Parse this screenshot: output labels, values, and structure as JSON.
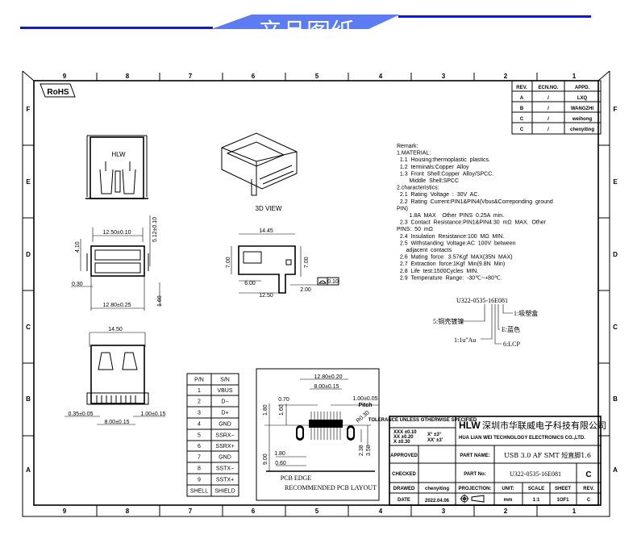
{
  "banner": {
    "title": "产品图纸",
    "accent": "#5b7cf2",
    "line_color": "#0a14ff"
  },
  "frame": {
    "columns": [
      "9",
      "8",
      "7",
      "6",
      "5",
      "4",
      "3",
      "2",
      "1"
    ],
    "rows": [
      "F",
      "E",
      "D",
      "C",
      "B",
      "A"
    ]
  },
  "rohs": "RoHS",
  "revision_table": {
    "headers": [
      "REV.",
      "ECN.NO.",
      "APPD."
    ],
    "rows": [
      [
        "A",
        "/",
        "LXQ"
      ],
      [
        "B",
        "/",
        "WANGZHI"
      ],
      [
        "C",
        "/",
        "weihong"
      ],
      [
        "C",
        "/",
        "chenyiting"
      ]
    ]
  },
  "views": {
    "front_logo": "HLW",
    "view_3d_label": "3D VIEW",
    "front_dims": {
      "width_top": "12.50±0.10",
      "height_right": "5.12±0.10",
      "height_left": "4.10",
      "offset": "0.30",
      "width_bottom": "12.80±0.25",
      "pin_len": "1.60"
    },
    "side_dims": {
      "length": "14.45",
      "height_left": "7.00",
      "height_right": "7.00",
      "d1": "6.00",
      "d2": "12.50",
      "d3": "2.00",
      "flatness": "0.10"
    },
    "bottom_dims": {
      "width": "14.50",
      "pin_w": "0.35±0.05",
      "pitch": "1.00±0.15",
      "span": "8.00±0.15"
    }
  },
  "remarks": [
    "Remark:",
    "1.MATERIAL:",
    "  1.1  Housing:thermoplastic  plastics.",
    "  1.2  terminals:Copper  Alloy",
    "  1.3  Front  Shell:Copper  Alloy/SPCC.",
    "        Middle  Shell:SPCC",
    "2.characteristics:",
    "  2.1  Rating  Voltage  :  30V  AC.",
    "  2.2  Rating  Current:PIN1&PIN4(Vbus&Correponding  ground",
    "PIN)",
    "        1.8A  MAX    Other  PINS  0.25A  min.",
    "  2.3  Contact  Resistance:PIN1&PIN4:30  mΩ  MAX.  Other",
    "PINS:  50  mΩ",
    "  2.4  Insulation  Resistance:100  MΩ  MIN.",
    "  2.5  Withstanding  Voltage:AC  100V  between",
    "      adjacent  contacts",
    "  2.6  Mating  force:  3.57Kgf  MAX(35N  MAX)",
    "  2.7  Extraction  force:1Kgf  Min(9.8N  Min)",
    "  2.8  Life  test:1500Cycles  MIN.",
    "  2.9  Temperature  Range:  -30℃~+80℃."
  ],
  "part_code": {
    "code": "U322-0535-16E081",
    "notes": {
      "packing": "1:吸塑盒",
      "shell": "5:铜壳镀镍",
      "color": "E:蓝色",
      "plating": "1:1u\"Au",
      "material": "6:LCP"
    }
  },
  "pin_table": {
    "headers": [
      "P/N",
      "S/N"
    ],
    "rows": [
      [
        "1",
        "VBUS"
      ],
      [
        "2",
        "D−"
      ],
      [
        "3",
        "D+"
      ],
      [
        "4",
        "GND"
      ],
      [
        "5",
        "SSRX−"
      ],
      [
        "6",
        "SSRX+"
      ],
      [
        "7",
        "GND"
      ],
      [
        "8",
        "SSTX−"
      ],
      [
        "9",
        "SSTX+"
      ],
      [
        "SHELL",
        "SHIELD"
      ]
    ]
  },
  "pcb_layout": {
    "title": "RECOMMENDED PCB LAYOUT",
    "edge": "PCB EDGE",
    "dims": {
      "overall": "12.80±0.20",
      "span": "8.00±0.15",
      "pad_w": "0.70",
      "pitch": "1.00±0.05",
      "pitch_label": "Pitch",
      "h1": "1.80",
      "h2": "1.60",
      "radius": "R0.30",
      "slot_h": "2.38",
      "slot_h2": "3.58",
      "depth": "9.00",
      "slot_w": "1.80",
      "slot_in": "0.60"
    }
  },
  "title_block": {
    "tolerance_title": "TOLERANCE UNLESS OTHERWISE SPECIFIED",
    "tol_lines": [
      "XXX  ±0.10",
      "XX   ±0.20",
      "X    ±0.30"
    ],
    "ang_lines": [
      "X°   ±3°",
      "XX'  ±3'"
    ],
    "company_logo": "HLW",
    "company_cn": "深圳市华联威电子科技有限公司",
    "company_en": "HUA LIAN WEI TECHNOLOGY ELECTRONICS CO.,LTD.",
    "approved_label": "APPROVED",
    "checked_label": "CHECKED",
    "drawed_label": "DRAWED",
    "drawed_value": "chenyiting",
    "date_label": "DATE",
    "date_value": "2022.04.06",
    "part_name_label": "PART NAME:",
    "part_name": "USB 3.0 AF SMT 短直脚1.6",
    "part_no_label": "PART No:",
    "part_no": "U322-0535-16E081",
    "rev_big": "C",
    "projection_label": "PROJECTION:",
    "unit_label": "UNIT:",
    "unit_value": "mm",
    "scale_label": "SCALE",
    "scale_value": "1:1",
    "sheet_label": "SHEET",
    "sheet_value": "1OF1",
    "rev_label": "REV.",
    "rev_value": "C"
  }
}
